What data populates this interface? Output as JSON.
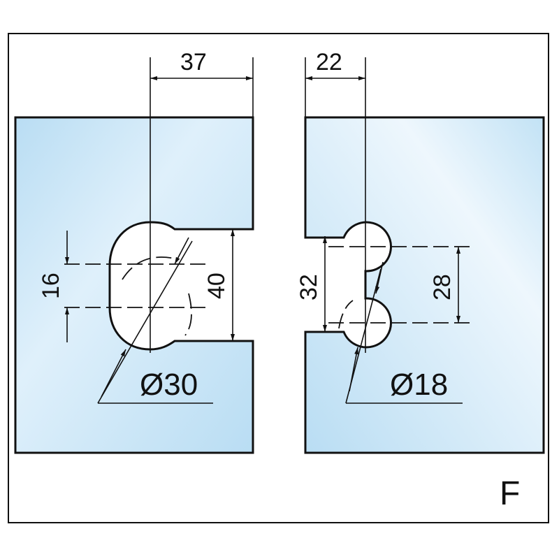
{
  "diagram": {
    "left_part": {
      "width_dim": "37",
      "hole_spacing_dim": "16",
      "opening_dim": "40",
      "diameter_label": "Ø30"
    },
    "right_part": {
      "width_dim": "22",
      "opening_dim": "32",
      "hole_spacing_dim": "28",
      "diameter_label": "Ø18"
    },
    "variant_label": "F",
    "colors": {
      "plate_light": "#e8f4fc",
      "plate_dark": "#b9ddf3",
      "line": "#111111",
      "background": "#ffffff"
    }
  }
}
